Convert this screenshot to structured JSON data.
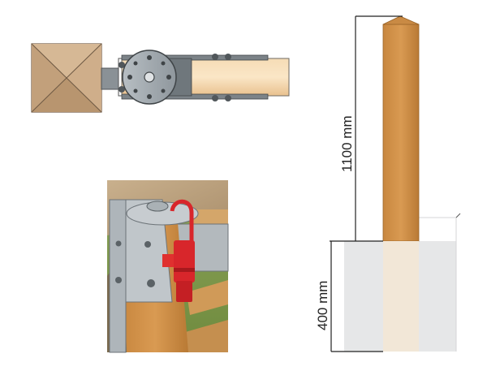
{
  "dimensions": {
    "above_ground_height": "1100 mm",
    "below_ground_depth": "400 mm"
  },
  "illustrations": {
    "top_view": "post-with-hinge-top-view",
    "photo": "hinge-latch-photo",
    "side_view": "post-side-view"
  },
  "colors": {
    "wood_light": "#d9a46b",
    "wood_dark": "#b5783a",
    "post_top": "#c9a987",
    "metal": "#9aa2a8",
    "latch_red": "#d8262b",
    "ground": "#e6e7e8"
  }
}
